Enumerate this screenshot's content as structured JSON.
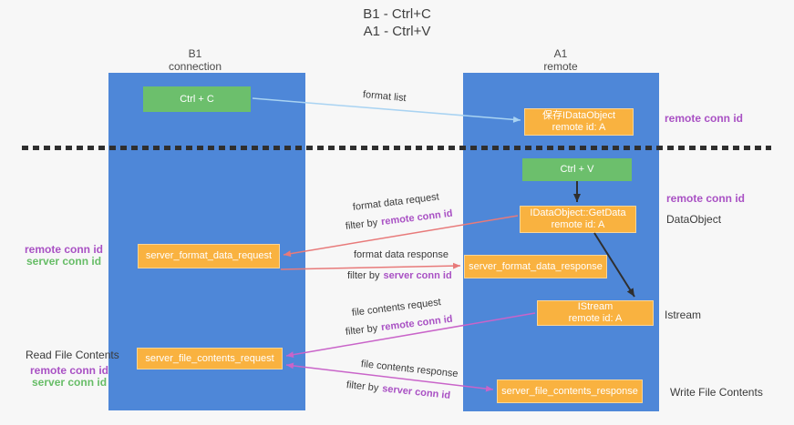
{
  "title": {
    "line1": "B1 - Ctrl+C",
    "line2": "A1 - Ctrl+V"
  },
  "lifelines": {
    "left": {
      "id": "B1",
      "role": "connection"
    },
    "right": {
      "id": "A1",
      "role": "remote"
    }
  },
  "boxes": {
    "ctrl_c": {
      "label": "Ctrl + C"
    },
    "save_idataobject": {
      "line1": "保存IDataObject",
      "line2": "remote id: A"
    },
    "ctrl_v": {
      "label": "Ctrl + V"
    },
    "getdata": {
      "line1": "IDataObject::GetData",
      "line2": "remote id: A"
    },
    "format_request": {
      "label": "server_format_data_request"
    },
    "format_response": {
      "label": "server_format_data_response"
    },
    "istream": {
      "line1": "IStream",
      "line2": "remote id: A"
    },
    "file_request": {
      "label": "server_file_contents_request"
    },
    "file_response": {
      "label": "server_file_contents_response"
    }
  },
  "flow_labels": {
    "format_list": "format list",
    "format_request": {
      "name": "format data request",
      "filter_prefix": "filter by",
      "filter_key": "remote conn id"
    },
    "format_response": {
      "name": "format data response",
      "filter_prefix": "filter by",
      "filter_key": "server conn id"
    },
    "file_request": {
      "name": "file contents request",
      "filter_prefix": "filter by",
      "filter_key": "remote conn id"
    },
    "file_response": {
      "name": "file contents response",
      "filter_prefix": "filter by",
      "filter_key": "server conn id"
    }
  },
  "side_labels": {
    "remote_conn_top": "remote conn id",
    "remote_conn_mid": "remote conn id",
    "dataobject": "DataObject",
    "istream": "Istream",
    "write_file_contents": "Write File Contents",
    "left_remote_conn": "remote conn id",
    "left_server_conn": "server conn id",
    "read_file_contents": "Read File Contents",
    "bottom_remote_conn": "remote conn id",
    "bottom_server_conn": "server conn id"
  },
  "colors": {
    "bg": "#f7f7f7",
    "lifeline": "#4e87d8",
    "green-box": "#6cbf6c",
    "orange-box": "#f9b240",
    "purple-text": "#a951c4",
    "green-text": "#67bd67",
    "arrow-blue": "#a9d3f2",
    "arrow-red": "#e87a7a",
    "arrow-magenta": "#c964c9",
    "arrow-black": "#2f2f2f"
  }
}
